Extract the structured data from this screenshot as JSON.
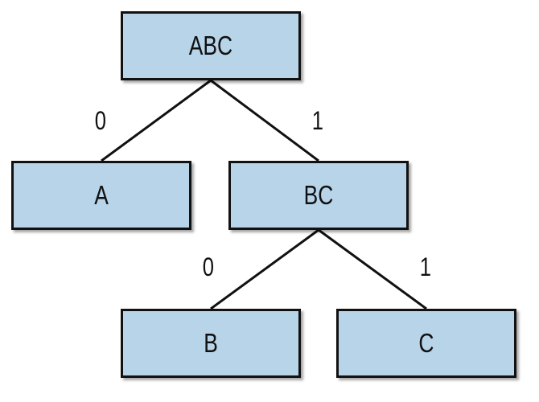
{
  "diagram": {
    "nodes": {
      "root": "ABC",
      "left": "A",
      "right": "BC",
      "right_left": "B",
      "right_right": "C"
    },
    "edges": {
      "root_to_left": "0",
      "root_to_right": "1",
      "right_to_left": "0",
      "right_to_right": "1"
    },
    "colors": {
      "node_fill": "#b7d4e9",
      "stroke": "#111111"
    }
  }
}
